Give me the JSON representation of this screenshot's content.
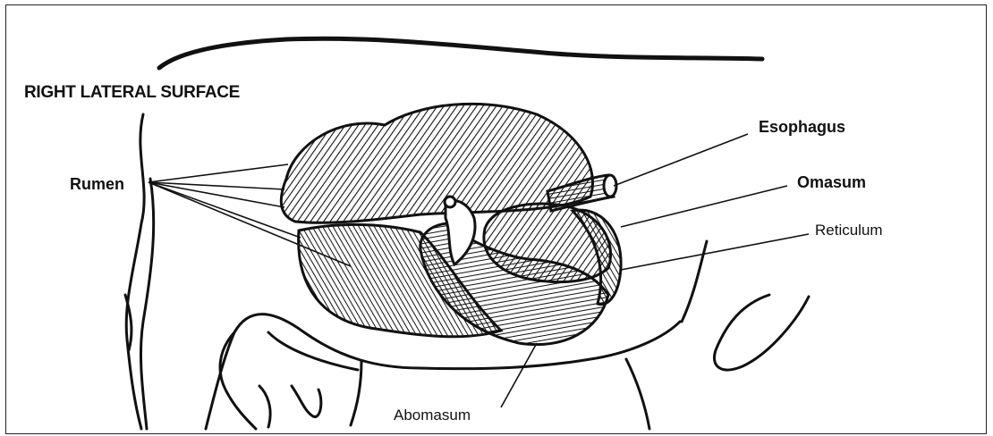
{
  "figure": {
    "title": "RIGHT LATERAL SURFACE",
    "labels": {
      "rumen": "Rumen",
      "esophagus": "Esophagus",
      "omasum": "Omasum",
      "reticulum": "Reticulum",
      "abomasum": "Abomasum"
    }
  },
  "colors": {
    "ink": "#111111",
    "background": "#ffffff",
    "highlight": "#d8d8d8"
  }
}
